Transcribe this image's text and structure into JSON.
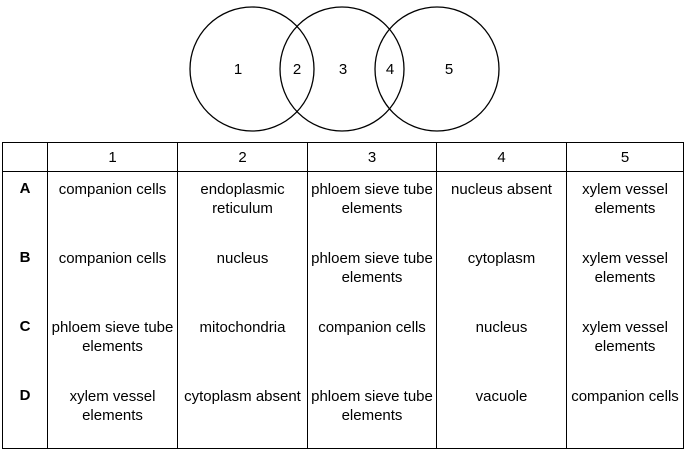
{
  "venn": {
    "region_labels": [
      "1",
      "2",
      "3",
      "4",
      "5"
    ]
  },
  "table": {
    "corner": "",
    "column_headers": [
      "1",
      "2",
      "3",
      "4",
      "5"
    ],
    "rows": [
      {
        "label": "A",
        "cells": [
          "companion cells",
          "endoplasmic reticulum",
          "phloem sieve tube elements",
          "nucleus absent",
          "xylem vessel elements"
        ]
      },
      {
        "label": "B",
        "cells": [
          "companion cells",
          "nucleus",
          "phloem sieve tube elements",
          "cytoplasm",
          "xylem vessel elements"
        ]
      },
      {
        "label": "C",
        "cells": [
          "phloem sieve tube elements",
          "mitochondria",
          "companion cells",
          "nucleus",
          "xylem vessel elements"
        ]
      },
      {
        "label": "D",
        "cells": [
          "xylem vessel elements",
          "cytoplasm absent",
          "phloem sieve tube elements",
          "vacuole",
          "companion cells"
        ]
      }
    ]
  }
}
